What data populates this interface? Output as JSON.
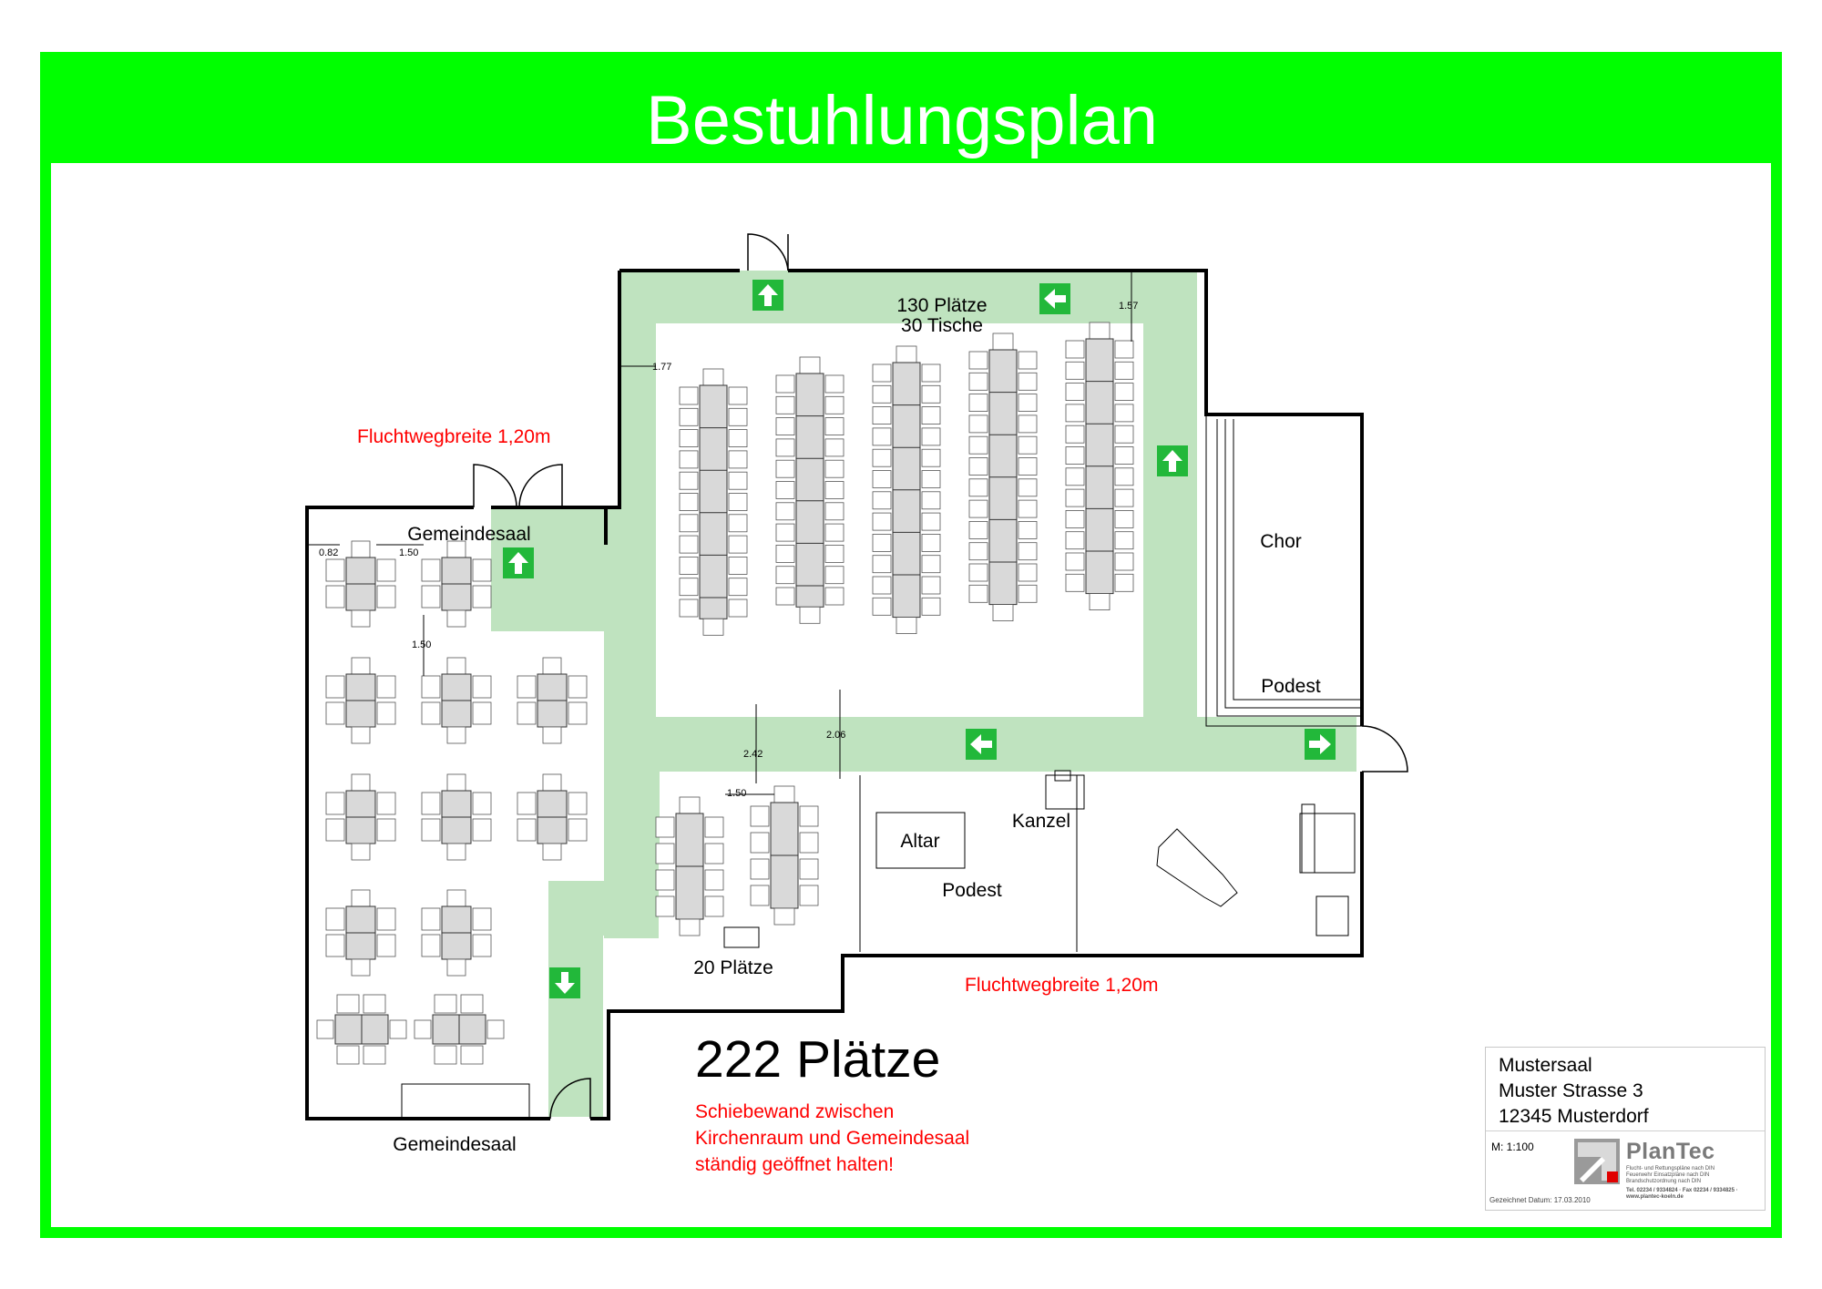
{
  "title": "Bestuhlungsplan",
  "colors": {
    "frame": "#00ff00",
    "escape_route": "#bfe3bf",
    "arrow_sign": "#22b83a",
    "warning_text": "#ff0000"
  },
  "rooms": {
    "gemeindesaal_top": "Gemeindesaal",
    "gemeindesaal_bottom": "Gemeindesaal",
    "chor": "Chor",
    "podest_chor": "Podest",
    "altar": "Altar",
    "kanzel": "Kanzel",
    "podest_altar": "Podest"
  },
  "seating": {
    "main_seats": "130 Plätze",
    "main_tables": "30 Tische",
    "small_seats": "20 Plätze",
    "total": "222 Plätze"
  },
  "escape_width_notes": [
    "Fluchtwegbreite 1,20m",
    "Fluchtwegbreite 1,20m"
  ],
  "warning_lines": [
    "Schiebewand zwischen",
    "Kirchenraum und Gemeindesaal",
    "ständig geöffnet halten!"
  ],
  "dimensions": [
    "0.82",
    "1.50",
    "1.50",
    "1.77",
    "1.57",
    "2.42",
    "2.06",
    "1.50"
  ],
  "exit_signs": [
    "arrow-up",
    "arrow-left",
    "arrow-up",
    "arrow-up",
    "arrow-left",
    "arrow-right",
    "arrow-down"
  ],
  "info_box": {
    "address": [
      "Mustersaal",
      "Muster Strasse 3",
      "12345 Musterdorf"
    ],
    "scale": "M: 1:100",
    "logo": "PlanTec",
    "logo_lines": [
      "Flucht- und Rettungspläne nach DIN",
      "Feuerwehr Einsatzpläne nach DIN",
      "Brandschutzordnung nach DIN"
    ],
    "contact": "Tel. 02234 / 9334824 · Fax 02234 / 9334825 · www.plantec-koeln.de",
    "date": "Gezeichnet Datum: 17.03.2010"
  }
}
